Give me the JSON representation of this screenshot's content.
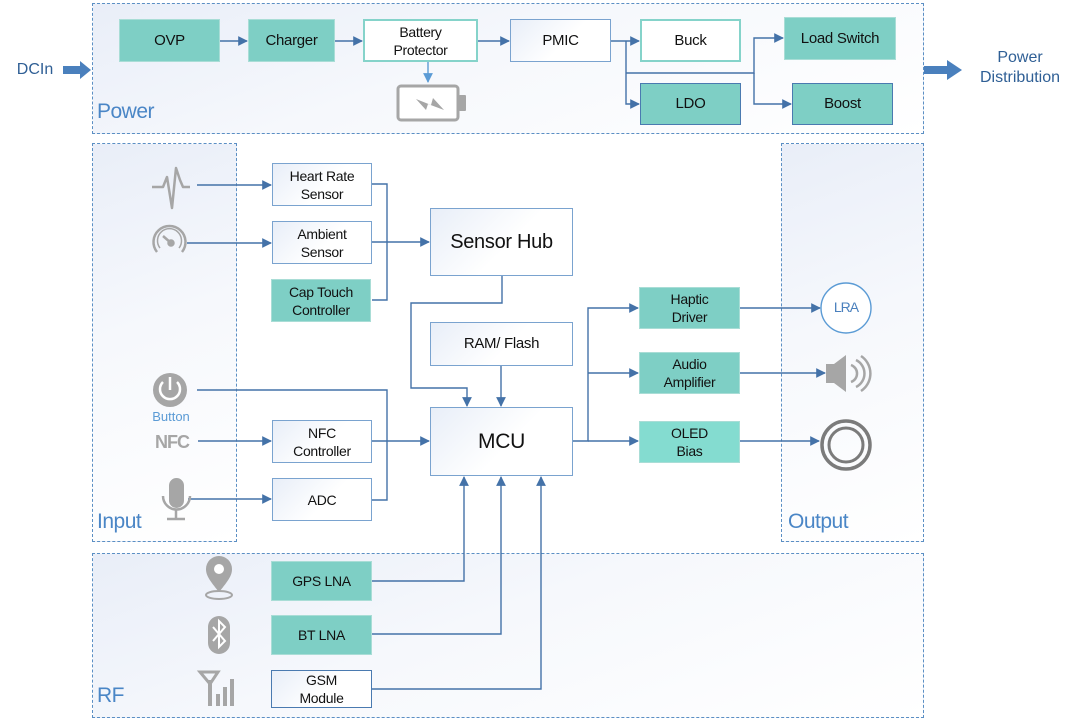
{
  "diagram": {
    "external": {
      "input_label": "DCIn",
      "output_label": "Power\nDistribution"
    },
    "regions": {
      "power": "Power",
      "input": "Input",
      "output": "Output",
      "rf": "RF"
    },
    "power_chain": {
      "ovp": "OVP",
      "charger": "Charger",
      "battery_protector": "Battery\nProtector",
      "pmic": "PMIC",
      "buck": "Buck",
      "ldo": "LDO",
      "load_switch": "Load Switch",
      "boost": "Boost",
      "battery_icon": "battery-charging-icon"
    },
    "input_section": {
      "icons": [
        "heartbeat-icon",
        "gauge-icon",
        "power-button-icon",
        "nfc-icon",
        "microphone-icon"
      ],
      "button_label": "Button",
      "nfc_label": "NFC"
    },
    "blocks": {
      "heart_rate_sensor": "Heart Rate\nSensor",
      "ambient_sensor": "Ambient\nSensor",
      "cap_touch_controller": "Cap Touch\nController",
      "sensor_hub": "Sensor Hub",
      "ram_flash": "RAM/ Flash",
      "mcu": "MCU",
      "nfc_controller": "NFC\nController",
      "adc": "ADC",
      "haptic_driver": "Haptic\nDriver",
      "audio_amplifier": "Audio\nAmplifier",
      "oled_bias": "OLED\nBias",
      "gps_lna": "GPS LNA",
      "bt_lna": "BT LNA",
      "gsm_module": "GSM\nModule"
    },
    "output_section": {
      "lra_label": "LRA",
      "icons": [
        "lra-icon",
        "speaker-icon",
        "display-ring-icon"
      ]
    },
    "rf_section": {
      "icons": [
        "location-pin-icon",
        "bluetooth-icon",
        "cellular-signal-icon"
      ]
    },
    "colors": {
      "teal_fill": "#7ecfc5",
      "line_blue": "#4472a8",
      "region_border": "#5b8fc4",
      "icon_gray": "#a6a6a6"
    }
  }
}
